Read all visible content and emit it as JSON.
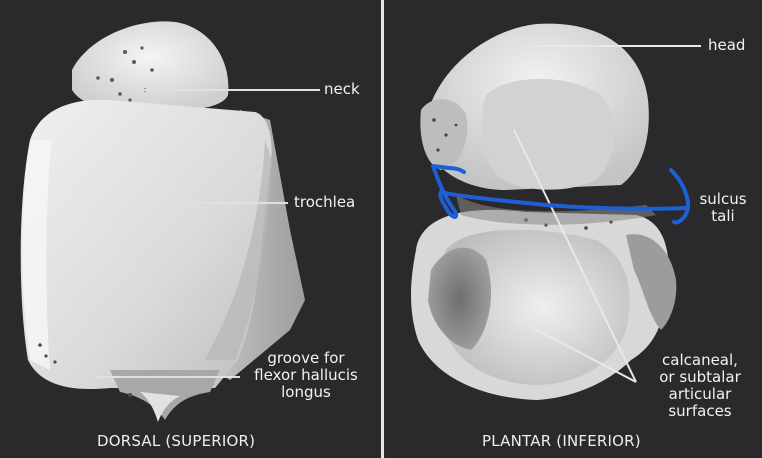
{
  "figure": {
    "left_panel": {
      "caption": "DORSAL (SUPERIOR)",
      "labels": {
        "neck": "neck",
        "trochlea": "trochlea",
        "groove_line1": "groove for",
        "groove_line2": "flexor hallucis",
        "groove_line3": "longus"
      }
    },
    "right_panel": {
      "caption": "PLANTAR (INFERIOR)",
      "labels": {
        "head": "head",
        "sulcus_line1": "sulcus",
        "sulcus_line2": "tali",
        "calcaneal_line1": "calcaneal,",
        "calcaneal_line2": "or subtalar",
        "calcaneal_line3": "articular",
        "calcaneal_line4": "surfaces"
      }
    },
    "colors": {
      "background": "#2a2a2c",
      "bone": "#e4e4e4",
      "label_text": "#f2f2f2",
      "leader_line": "#e0e0e0",
      "annotation_blue": "#1f5fd6"
    }
  }
}
